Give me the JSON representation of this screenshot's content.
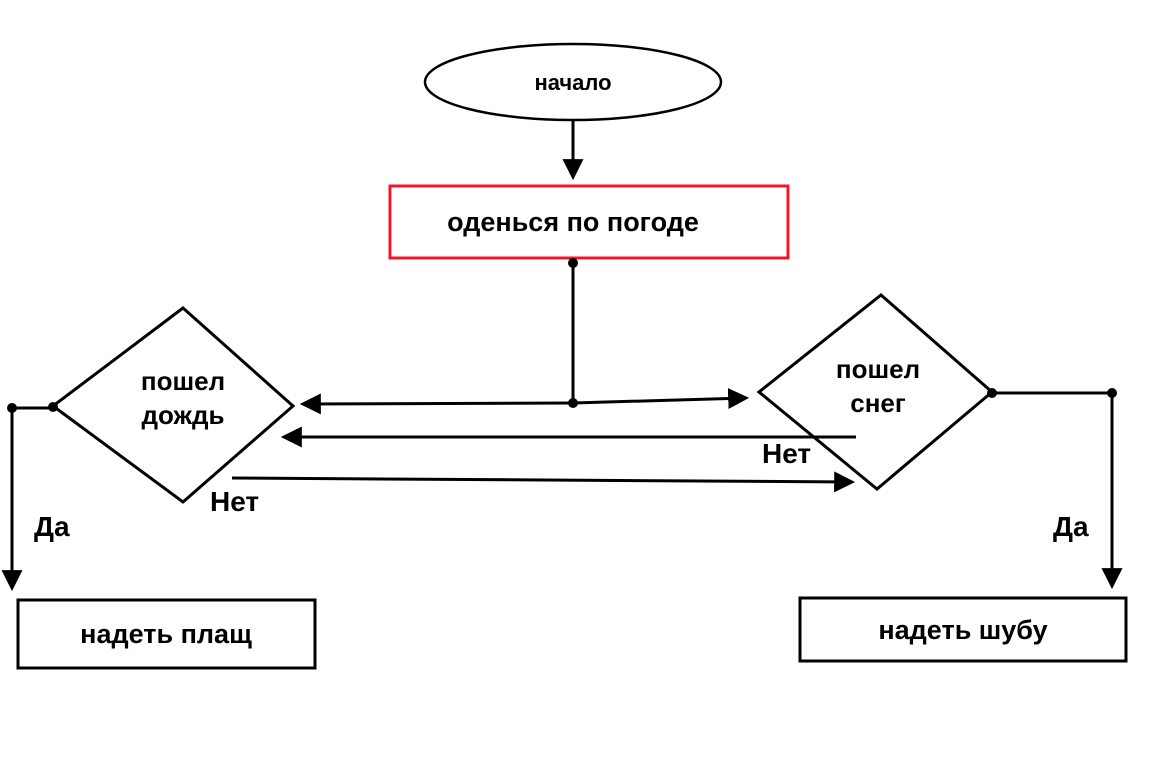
{
  "diagram": {
    "title": "weather-dressing-flowchart",
    "start": {
      "label": "начало"
    },
    "action": {
      "label": "оденься по погоде"
    },
    "decision_rain": {
      "line1": "пошел",
      "line2": "дождь"
    },
    "decision_snow": {
      "line1": "пошел",
      "line2": "снег"
    },
    "result_raincoat": {
      "label": "надеть плащ"
    },
    "result_furcoat": {
      "label": "надеть шубу"
    },
    "edges": {
      "rain_yes": "Да",
      "rain_no": "Нет",
      "snow_no": "Нет",
      "snow_yes": "Да"
    },
    "colors": {
      "stroke": "#000000",
      "highlight": "#e8192c",
      "background": "#ffffff"
    }
  }
}
